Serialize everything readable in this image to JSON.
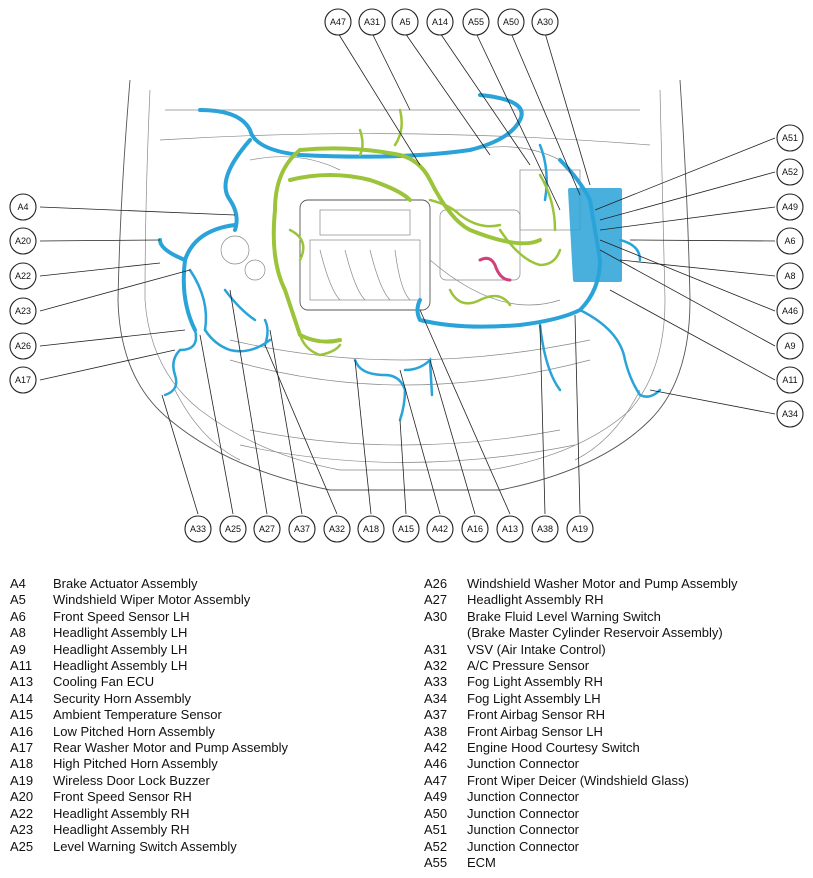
{
  "callouts": {
    "top": [
      "A47",
      "A31",
      "A5",
      "A14",
      "A55",
      "A50",
      "A30"
    ],
    "left": [
      "A4",
      "A20",
      "A22",
      "A23",
      "A26",
      "A17"
    ],
    "right": [
      "A51",
      "A52",
      "A49",
      "A6",
      "A8",
      "A46",
      "A9",
      "A11",
      "A34"
    ],
    "bottom": [
      "A33",
      "A25",
      "A27",
      "A37",
      "A32",
      "A18",
      "A15",
      "A42",
      "A16",
      "A13",
      "A38",
      "A19"
    ]
  },
  "legend_left": [
    {
      "code": "A4",
      "desc": "Brake Actuator Assembly"
    },
    {
      "code": "A5",
      "desc": "Windshield Wiper Motor Assembly"
    },
    {
      "code": "A6",
      "desc": "Front Speed Sensor LH"
    },
    {
      "code": "A8",
      "desc": "Headlight Assembly LH"
    },
    {
      "code": "A9",
      "desc": "Headlight Assembly LH"
    },
    {
      "code": "A11",
      "desc": "Headlight Assembly LH"
    },
    {
      "code": "A13",
      "desc": "Cooling Fan ECU"
    },
    {
      "code": "A14",
      "desc": "Security Horn Assembly"
    },
    {
      "code": "A15",
      "desc": "Ambient Temperature Sensor"
    },
    {
      "code": "A16",
      "desc": "Low Pitched Horn Assembly"
    },
    {
      "code": "A17",
      "desc": "Rear Washer Motor and Pump Assembly"
    },
    {
      "code": "A18",
      "desc": "High Pitched Horn Assembly"
    },
    {
      "code": "A19",
      "desc": "Wireless Door Lock Buzzer"
    },
    {
      "code": "A20",
      "desc": "Front Speed Sensor RH"
    },
    {
      "code": "A22",
      "desc": "Headlight Assembly RH"
    },
    {
      "code": "A23",
      "desc": "Headlight Assembly RH"
    },
    {
      "code": "A25",
      "desc": "Level Warning Switch Assembly"
    }
  ],
  "legend_right": [
    {
      "code": "A26",
      "desc": "Windshield Washer Motor and Pump Assembly"
    },
    {
      "code": "A27",
      "desc": "Headlight Assembly RH"
    },
    {
      "code": "A30",
      "desc": "Brake Fluid Level Warning Switch"
    },
    {
      "code": "",
      "desc": "(Brake Master Cylinder Reservoir Assembly)"
    },
    {
      "code": "A31",
      "desc": "VSV (Air Intake Control)"
    },
    {
      "code": "A32",
      "desc": "A/C Pressure Sensor"
    },
    {
      "code": "A33",
      "desc": "Fog Light Assembly RH"
    },
    {
      "code": "A34",
      "desc": "Fog Light Assembly LH"
    },
    {
      "code": "A37",
      "desc": "Front Airbag Sensor RH"
    },
    {
      "code": "A38",
      "desc": "Front Airbag Sensor LH"
    },
    {
      "code": "A42",
      "desc": "Engine Hood Courtesy Switch"
    },
    {
      "code": "A46",
      "desc": "Junction Connector"
    },
    {
      "code": "A47",
      "desc": "Front Wiper Deicer (Windshield Glass)"
    },
    {
      "code": "A49",
      "desc": "Junction Connector"
    },
    {
      "code": "A50",
      "desc": "Junction Connector"
    },
    {
      "code": "A51",
      "desc": "Junction Connector"
    },
    {
      "code": "A52",
      "desc": "Junction Connector"
    },
    {
      "code": "A55",
      "desc": "ECM"
    }
  ],
  "colors": {
    "harness_blue": "#2aa3d9",
    "harness_green": "#9cc43a",
    "harness_red": "#d0407a"
  }
}
